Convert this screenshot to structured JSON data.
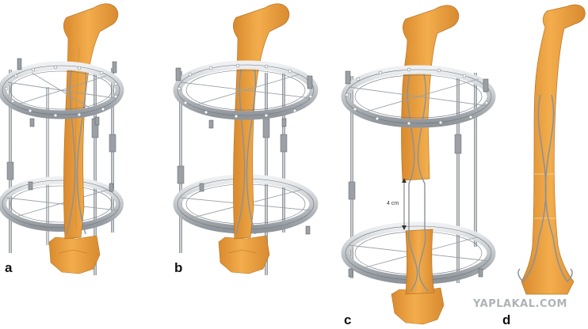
{
  "panels": [
    {
      "id": "a",
      "label": "a",
      "stage": "frame-with-intact-femur"
    },
    {
      "id": "b",
      "label": "b",
      "stage": "frame-with-intact-femur"
    },
    {
      "id": "c",
      "label": "c",
      "stage": "distraction-gap",
      "gap_label": "4 cm"
    },
    {
      "id": "d",
      "label": "d",
      "stage": "frame-removed-nails-in-bone"
    }
  ],
  "watermark": "YAPLAKAL.COM",
  "colors": {
    "bone": "#f0a540",
    "bone_light": "#f7c27a",
    "bone_dark": "#c9822a",
    "metal": "#c4c8cc",
    "metal_dark": "#7d8389",
    "metal_light": "#e7e9ec",
    "wire": "#9aa0a6"
  }
}
